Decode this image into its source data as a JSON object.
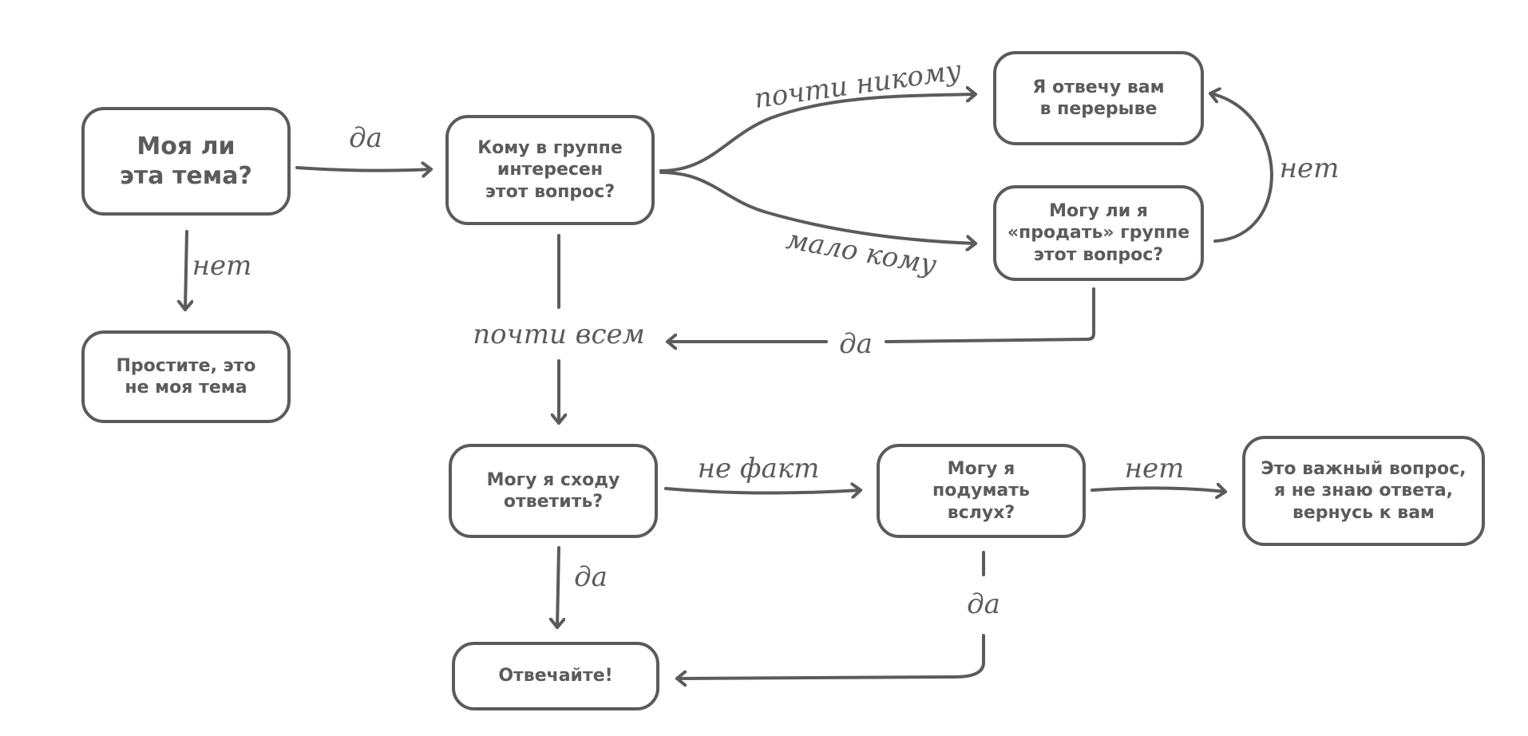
{
  "nodes": {
    "my_topic": "Моя ли\nэта тема?",
    "not_my_topic": "Простите, это\nне моя тема",
    "who_interested": "Кому в группе\nинтересен\nэтот вопрос?",
    "answer_at_break": "Я отвечу вам\nв перерыве",
    "can_sell": "Могу ли я\n«продать» группе\nэтот вопрос?",
    "answer_right_away": "Могу я сходу\nответить?",
    "think_aloud": "Могу я\nподумать\nвслух?",
    "important_question": "Это важный вопрос,\nя не знаю ответа,\nвернусь к вам",
    "answer": "Отвечайте!"
  },
  "edge_labels": {
    "yes_1": "да",
    "no_1": "нет",
    "almost_nobody": "почти никому",
    "few_people": "мало кому",
    "no_2": "нет",
    "almost_everyone": "почти всем",
    "yes_2": "да",
    "not_sure": "не факт",
    "no_3": "нет",
    "yes_3": "да",
    "yes_4": "да"
  }
}
